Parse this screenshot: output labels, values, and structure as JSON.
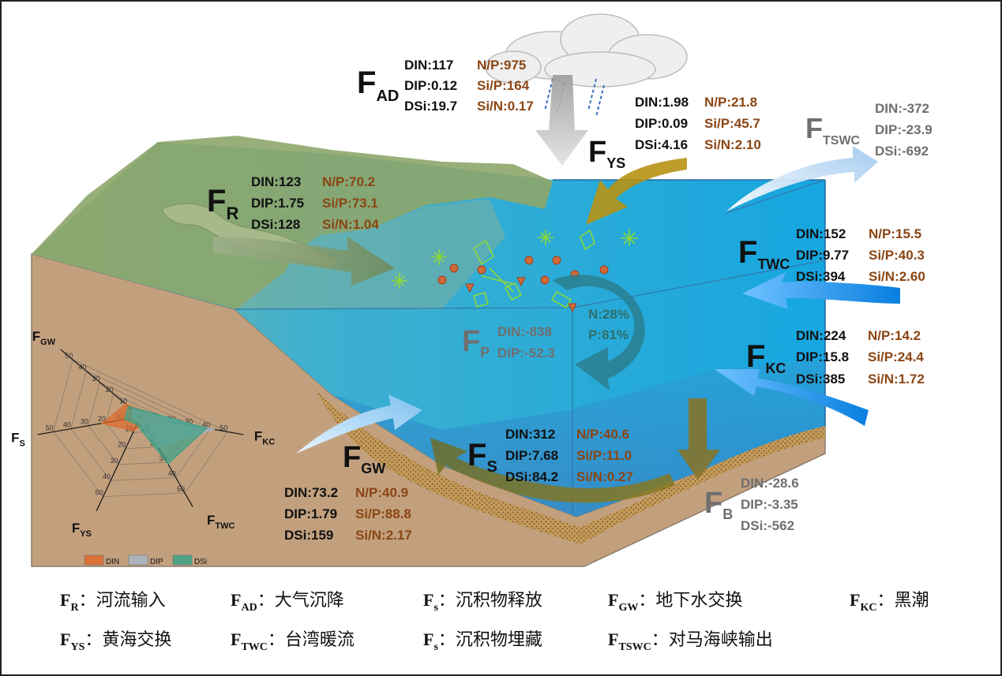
{
  "fluxes": {
    "FAD": {
      "main": "F",
      "sub": "AD",
      "din": "DIN:117",
      "dip": "DIP:0.12",
      "dsi": "DSi:19.7",
      "np": "N/P:975",
      "sip": "Si/P:164",
      "sin": "Si/N:0.17"
    },
    "FYS": {
      "main": "F",
      "sub": "YS",
      "din": "DIN:1.98",
      "dip": "DIP:0.09",
      "dsi": "DSi:4.16",
      "np": "N/P:21.8",
      "sip": "Si/P:45.7",
      "sin": "Si/N:2.10"
    },
    "FTSWC": {
      "main": "F",
      "sub": "TSWC",
      "din": "DIN:-372",
      "dip": "DIP:-23.9",
      "dsi": "DSi:-692"
    },
    "FR": {
      "main": "F",
      "sub": "R",
      "din": "DIN:123",
      "dip": "DIP:1.75",
      "dsi": "DSi:128",
      "np": "N/P:70.2",
      "sip": "Si/P:73.1",
      "sin": "Si/N:1.04"
    },
    "FTWC": {
      "main": "F",
      "sub": "TWC",
      "din": "DIN:152",
      "dip": "DIP:9.77",
      "dsi": "DSi:394",
      "np": "N/P:15.5",
      "sip": "Si/P:40.3",
      "sin": "Si/N:2.60"
    },
    "FP": {
      "main": "F",
      "sub": "P",
      "din": "DIN:-838",
      "dip": "DIP:-52.3"
    },
    "FKC": {
      "main": "F",
      "sub": "KC",
      "din": "DIN:224",
      "dip": "DIP:15.8",
      "dsi": "DSi:385",
      "np": "N/P:14.2",
      "sip": "Si/P:24.4",
      "sin": "Si/N:1.72"
    },
    "FS": {
      "main": "F",
      "sub": "S",
      "din": "DIN:312",
      "dip": "DIP:7.68",
      "dsi": "DSi:84.2",
      "np": "N/P:40.6",
      "sip": "Si/P:11.0",
      "sin": "Si/N:0.27"
    },
    "FGW": {
      "main": "F",
      "sub": "GW",
      "din": "DIN:73.2",
      "dip": "DIP:1.79",
      "dsi": "DSi:159",
      "np": "N/P:40.9",
      "sip": "Si/P:88.8",
      "sin": "Si/N:2.17"
    },
    "FB": {
      "main": "F",
      "sub": "B",
      "din": "DIN:-28.6",
      "dip": "DIP:-3.35",
      "dsi": "DSi:-562"
    }
  },
  "recycle": {
    "n": "N:28%",
    "p": "P:81%"
  },
  "radar": {
    "axes": [
      {
        "main": "F",
        "sub": "GW"
      },
      {
        "main": "F",
        "sub": "KC"
      },
      {
        "main": "F",
        "sub": "TWC"
      },
      {
        "main": "F",
        "sub": "YS"
      },
      {
        "main": "F",
        "sub": "S"
      }
    ],
    "ticks": [
      "10",
      "20",
      "30",
      "40",
      "50"
    ],
    "max": 50,
    "legend": [
      {
        "label": "DIN",
        "color": "#e06a2c"
      },
      {
        "label": "DIP",
        "color": "#a9b6c8"
      },
      {
        "label": "DSi",
        "color": "#3aa287"
      }
    ],
    "series": [
      {
        "values": [
          11,
          17,
          4,
          9,
          22
        ]
      },
      {
        "values": [
          6,
          42,
          20,
          3,
          5
        ]
      },
      {
        "values": [
          9,
          38,
          31,
          5,
          9
        ]
      }
    ]
  },
  "legend_items": [
    {
      "main": "F",
      "sub": "R",
      "text": "：河流输入"
    },
    {
      "main": "F",
      "sub": "AD",
      "text": "：大气沉降"
    },
    {
      "main": "F",
      "sub": "s",
      "text": "：沉积物释放"
    },
    {
      "main": "F",
      "sub": "GW",
      "text": "：地下水交换"
    },
    {
      "main": "F",
      "sub": "KC",
      "text": "：黑潮"
    },
    {
      "main": "F",
      "sub": "YS",
      "text": "：黄海交换"
    },
    {
      "main": "F",
      "sub": "TWC",
      "text": "：台湾暖流"
    },
    {
      "main": "F",
      "sub": "s",
      "text": "：沉积物埋藏"
    },
    {
      "main": "F",
      "sub": "TSWC",
      "text": "：对马海峡输出"
    }
  ],
  "colors": {
    "black": "#111111",
    "ratio": "#8b4513",
    "grey": "#6f6f6f",
    "teal": "#2f6f6a",
    "water": "#1aa3d8",
    "land": "#c2a07e",
    "green_land": "#8da66a"
  }
}
